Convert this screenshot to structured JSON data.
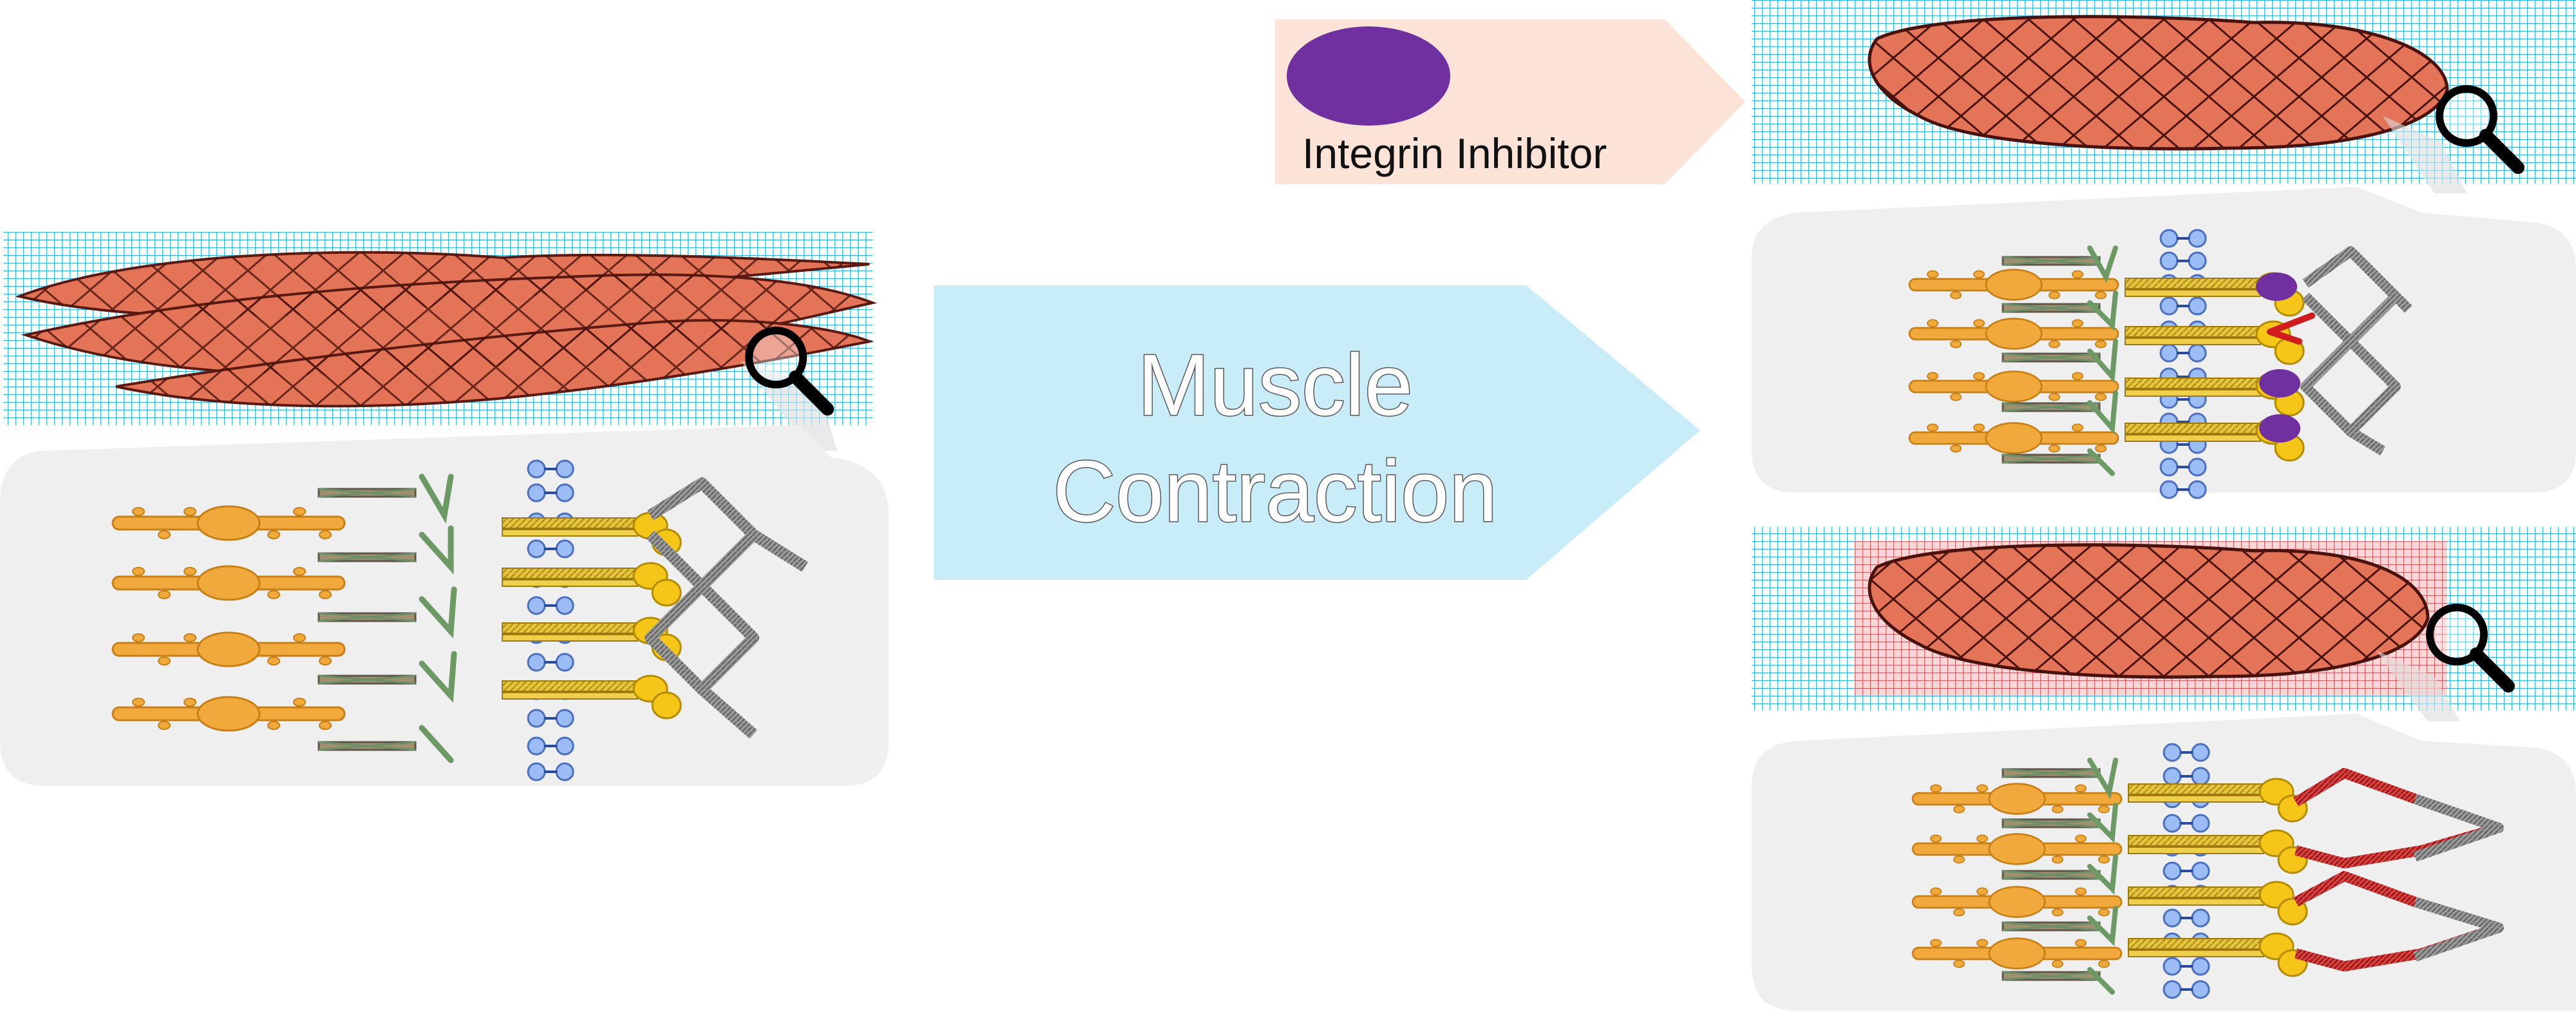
{
  "arrows": {
    "contraction": {
      "line1": "Muscle",
      "line2": "Contraction",
      "fill": "#c9ecf9"
    },
    "inhibitor": {
      "label": "Integrin Inhibitor",
      "fill": "#fbe4d7",
      "molecule_color": "#7030a0"
    }
  },
  "colors": {
    "substrate_blue": "#4fc3ea",
    "substrate_red": "#f25c5c",
    "muscle_fill": "#e47458",
    "muscle_outline": "#5a1a12",
    "panel_bg": "#efefef",
    "actin": "#f2a93b",
    "integrin": "#f5c518",
    "membrane": "#8fb0f0",
    "ecm_gray": "#8a8a8a",
    "ecm_red": "#cc1f1f",
    "linker_green": "#6d9a64"
  },
  "icons": [
    "magnifier-icon"
  ]
}
